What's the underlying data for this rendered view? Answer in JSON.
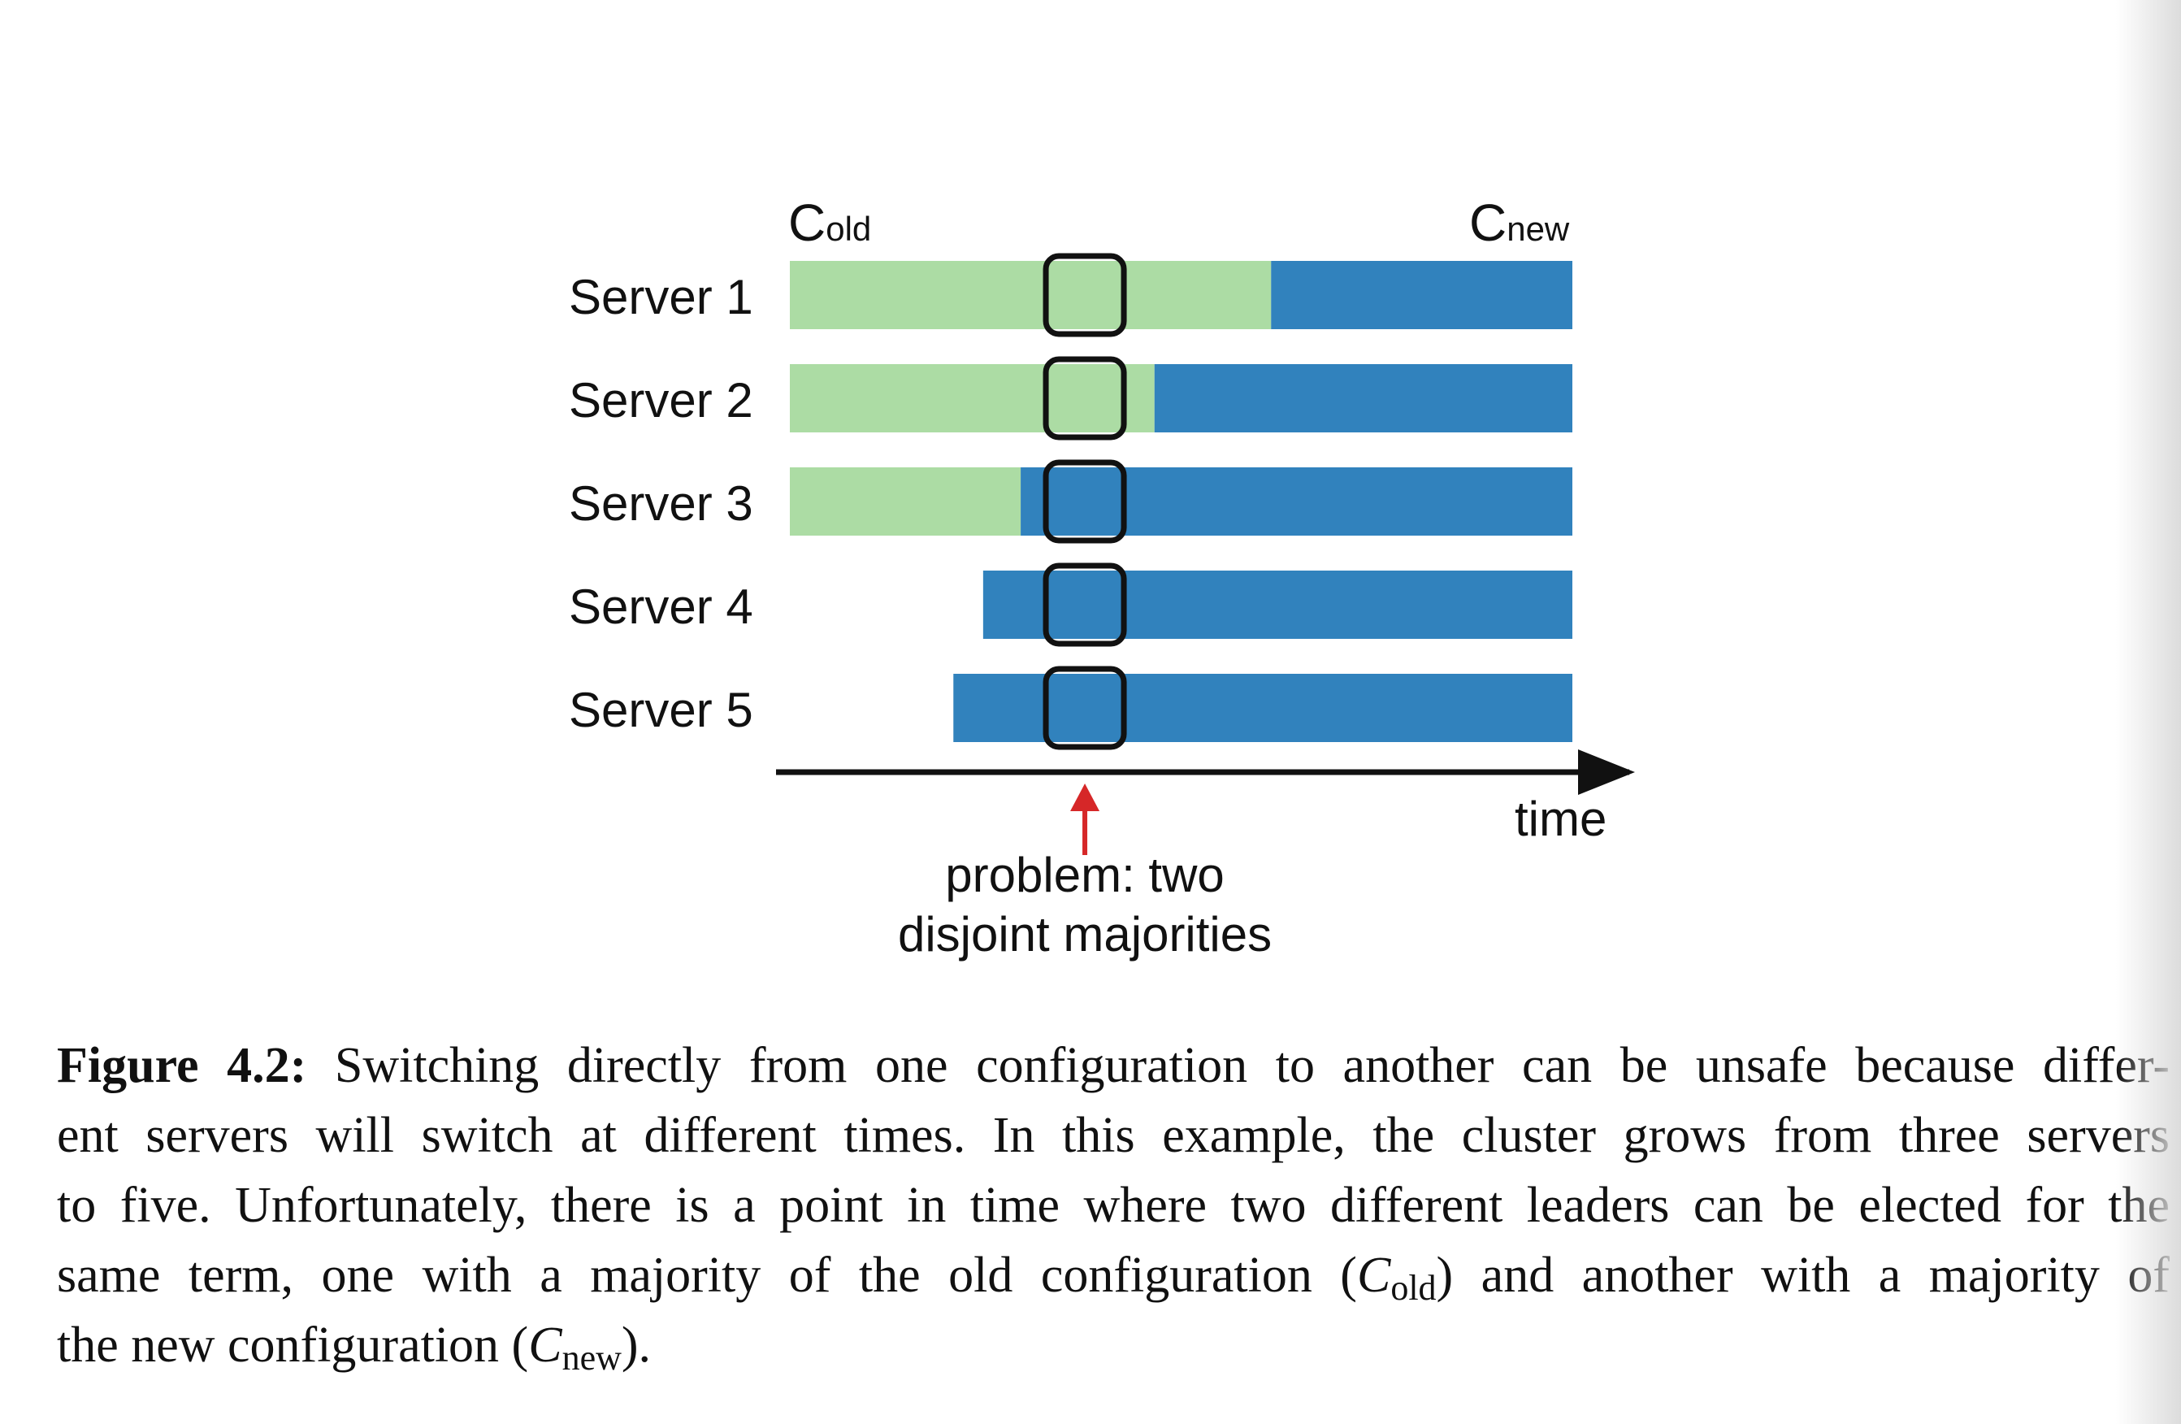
{
  "diagram": {
    "config_old": {
      "base": "C",
      "sub": "old"
    },
    "config_new": {
      "base": "C",
      "sub": "new"
    },
    "servers": [
      {
        "label": "Server 1",
        "old_end": 0.615,
        "has_old": true
      },
      {
        "label": "Server 2",
        "old_end": 0.466,
        "has_old": true
      },
      {
        "label": "Server 3",
        "old_end": 0.295,
        "has_old": true
      },
      {
        "label": "Server 4",
        "new_start": 0.247,
        "has_old": false
      },
      {
        "label": "Server 5",
        "new_start": 0.209,
        "has_old": false
      }
    ],
    "problem_time": 0.377,
    "axis_label": "time",
    "annotation": [
      "problem: two",
      "disjoint majorities"
    ],
    "colors": {
      "old": "#acdca4",
      "new": "#3182bd",
      "arrow": "#d62728",
      "outline": "#111111"
    }
  },
  "caption": {
    "figure_label": "Figure 4.2:",
    "line1": "Switching directly from one configuration to another can be unsafe because differ-",
    "line2": "ent servers will switch at different times. In this example, the cluster grows from three servers",
    "line3": "to five. Unfortunately, there is a point in time where two different leaders can be elected for the",
    "line4a": "same term, one with a majority of the old configuration (",
    "line4_c": "C",
    "line4_sub": "old",
    "line4b": ") and another with a majority of",
    "line5a": "the new configuration (",
    "line5_c": "C",
    "line5_sub": "new",
    "line5b": ")."
  }
}
